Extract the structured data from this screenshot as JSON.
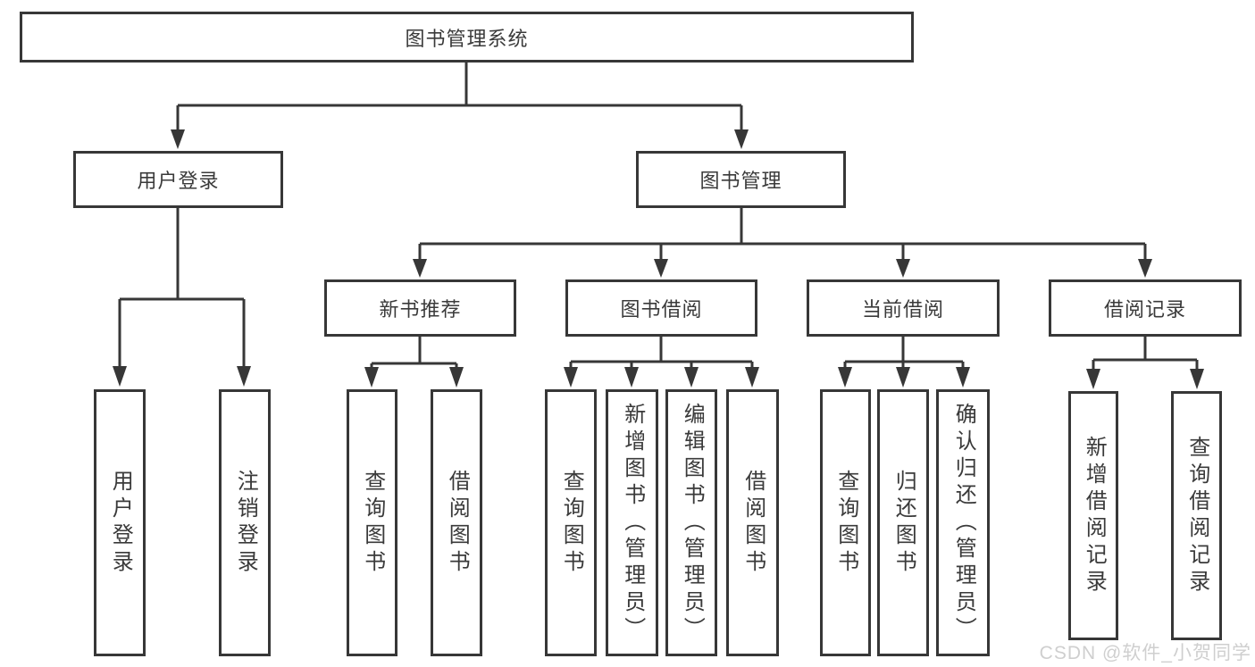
{
  "diagram": {
    "type": "hierarchy",
    "title": "图书管理系统",
    "nodes": {
      "root": "图书管理系统",
      "user_login": "用户登录",
      "book_mgmt": "图书管理",
      "new_book_rec": "新书推荐",
      "book_borrow": "图书借阅",
      "current_borrow": "当前借阅",
      "borrow_record": "借阅记录",
      "leaf_user_login": "用户登录",
      "leaf_logout": "注销登录",
      "leaf_nb_query": "查询图书",
      "leaf_nb_borrow": "借阅图书",
      "leaf_bb_query": "查询图书",
      "leaf_bb_add": "新增图书（管理员）",
      "leaf_bb_edit": "编辑图书（管理员）",
      "leaf_bb_borrow": "借阅图书",
      "leaf_cb_query": "查询图书",
      "leaf_cb_return": "归还图书",
      "leaf_cb_confirm": "确认归还（管理员）",
      "leaf_br_add": "新增借阅记录",
      "leaf_br_query": "查询借阅记录"
    },
    "edges": [
      [
        "图书管理系统",
        "用户登录"
      ],
      [
        "图书管理系统",
        "图书管理"
      ],
      [
        "用户登录",
        "用户登录(叶)"
      ],
      [
        "用户登录",
        "注销登录"
      ],
      [
        "图书管理",
        "新书推荐"
      ],
      [
        "图书管理",
        "图书借阅"
      ],
      [
        "图书管理",
        "当前借阅"
      ],
      [
        "图书管理",
        "借阅记录"
      ],
      [
        "新书推荐",
        "查询图书"
      ],
      [
        "新书推荐",
        "借阅图书"
      ],
      [
        "图书借阅",
        "查询图书"
      ],
      [
        "图书借阅",
        "新增图书（管理员）"
      ],
      [
        "图书借阅",
        "编辑图书（管理员）"
      ],
      [
        "图书借阅",
        "借阅图书"
      ],
      [
        "当前借阅",
        "查询图书"
      ],
      [
        "当前借阅",
        "归还图书"
      ],
      [
        "当前借阅",
        "确认归还（管理员）"
      ],
      [
        "借阅记录",
        "新增借阅记录"
      ],
      [
        "借阅记录",
        "查询借阅记录"
      ]
    ],
    "colors": {
      "line": "#373737",
      "text": "#3a3a3a",
      "background": "#ffffff",
      "watermark": "#cfcfcf"
    },
    "watermark": "CSDN @软件_小贺同学"
  }
}
